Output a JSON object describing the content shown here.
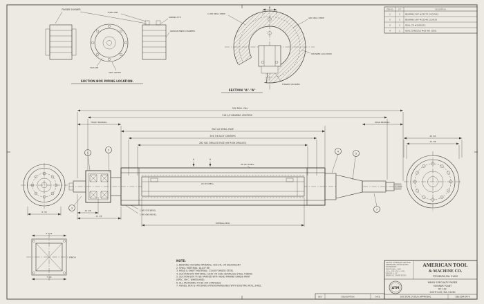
{
  "sheet": {
    "paper_color": "#eceae2",
    "line_color": "#3b3b3b"
  },
  "top_left": {
    "finger_shower": "FINGER SHOWER",
    "tube_arm": "TUBE ARM",
    "linking_eye": "LINKING EYE",
    "grease_chamber": "GREASE INNER CHAMBER",
    "vacuum": "VACUUM",
    "seal_water": "SEAL WATER",
    "caption": "SUCTION BOX PIPING LOCATION."
  },
  "section_aa": {
    "caption": "SECTION \"A\"-\"A\"",
    "dim_top": "8",
    "seal_strip": "1 WD SEAL STRIP",
    "air_seal": "AIR SEAL STRIP",
    "shower_location": "SHOWER LOCATION",
    "finger_shower": "FINGER SHOWER"
  },
  "parts_table": {
    "col_item": "ITEM NO.",
    "col_qty": "QTY",
    "col_desc": "DESCRIPTION",
    "rows": [
      {
        "item": "1",
        "qty": "2",
        "desc": "BEARING SKF #23172 CAC/W33"
      },
      {
        "item": "2",
        "qty": "2",
        "desc": "BEARING SKF #22340 CC/W33"
      },
      {
        "item": "3",
        "qty": "2",
        "desc": "SEAL CR #1000312"
      },
      {
        "item": "4",
        "qty": "1",
        "desc": "SEAL GARLOCK #63 WA 1000"
      }
    ]
  },
  "main_view": {
    "dim_roll_oal": "334 ROLL OAL",
    "dim_bearing_centers": "318 1/2 BEARING CENTERS",
    "dim_front_bearing": "FRONT BEARING",
    "dim_rear_bearing": "REAR BEARING",
    "dim_shell_face": "302 1/2 SHELL FACE",
    "dim_slot_centers": "294 7/8 SLOT CENTERS",
    "dim_drilled_face": "282 VAC DRILLED FACE (69 ROW DRILLED)",
    "dim_od_shell": "26 OD SHELL",
    "dim_id_shell": "20 ID SHELL",
    "dim_eye_bevel": "1 WD EYE BEVEL",
    "dim_end_bevel": "1 WD END BEVEL",
    "dim_overall_box": "OVERALL BOX",
    "dim_left_1": "10 1/8",
    "dim_left_2": "13 7/8",
    "section_marker": "A",
    "balloons": [
      "1",
      "2",
      "3",
      "4",
      "5",
      "7"
    ]
  },
  "left_end_view": {
    "dim_bottom": "8 7/8"
  },
  "right_end_view": {
    "dim_1": "26 3/4",
    "dim_2": "24 7/8"
  },
  "bottom_left_view": {
    "dim_top": "6 7/16",
    "dim_bottom": "7 3/4",
    "dim_side": "6 WDH"
  },
  "notes": {
    "title": "NOTE:",
    "lines": [
      "1. BEARING HOUSING MATERIAL: AISI STL OR EQUIVALENT",
      "2. SHELL MATERIAL: ALLOY 86",
      "3. HEAD & SHAFT MATERIAL: C1045 FORGED STEEL",
      "4. SUCTION BOX MATERIAL: C930 OR C932 SEAMLESS STEEL TUBING",
      "5. SUCTION BOX TO BE PAINTED WITH HEAD MARINE GRADE PAINT",
      "    (SPEC. BY C. WHEELHND)",
      "6. ALL FASTENING TO BE 304 STAINLESS",
      "7. HEADS, BOX & HOUSINGS INTERCHANGEABLE WITH EXISTING ROLL SHELL"
    ]
  },
  "title_block": {
    "company_line1": "AMERICAN TOOL",
    "company_line2": "& MACHINE CO.",
    "address": "FITCHBURG,MA. 01420",
    "customer": "MEAD SPECIALTY PAPER",
    "plant": "MOHAWK PLANT",
    "route": "RT. 102",
    "city": "SOUTH LEE, MA. 01260",
    "logo_text": "ATM",
    "drawing_title": "SUCTION COUCH APPROVAL",
    "dwg_no": "1801SM-06-0",
    "micro_lines": [
      "UNLESS OTHERWISE SPECIFIED",
      "DIMENSIONS ARE IN INCHES",
      "TOLERANCES:",
      "FRACTIONS ± 1/64",
      ".XX ± .010  .XXX ± .005",
      "ANGLES ± 1/2°",
      "BREAK ALL SHARP EDGES"
    ]
  },
  "rev_strip": {
    "rev": "REV",
    "description": "DESCRIPTION",
    "date": "DATE"
  }
}
